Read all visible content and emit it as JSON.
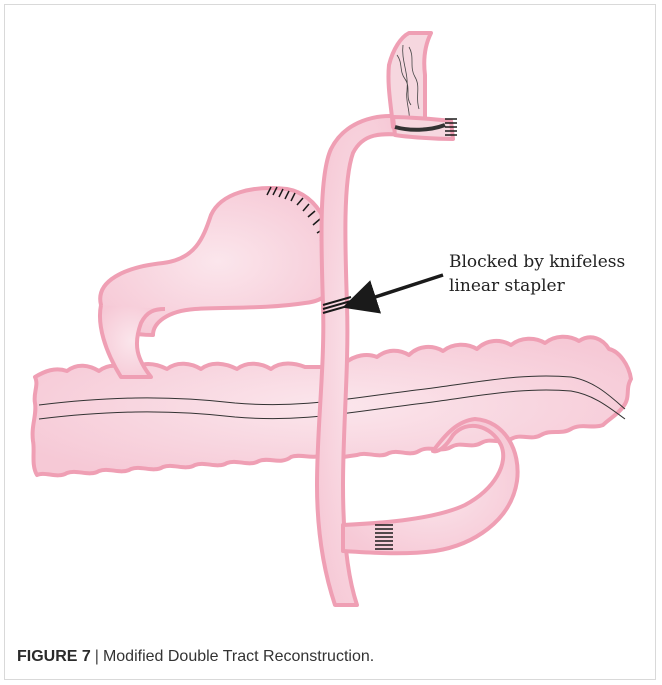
{
  "diagram": {
    "annotation_line1": "Blocked by knifeless",
    "annotation_line2": "linear stapler",
    "colors": {
      "tissue_fill": "#f7d2dc",
      "tissue_outline": "#ef9fb4",
      "staple": "#1a1a1a"
    }
  },
  "caption": {
    "label": "FIGURE 7",
    "separator": "|",
    "text": "Modified Double Tract Reconstruction."
  }
}
